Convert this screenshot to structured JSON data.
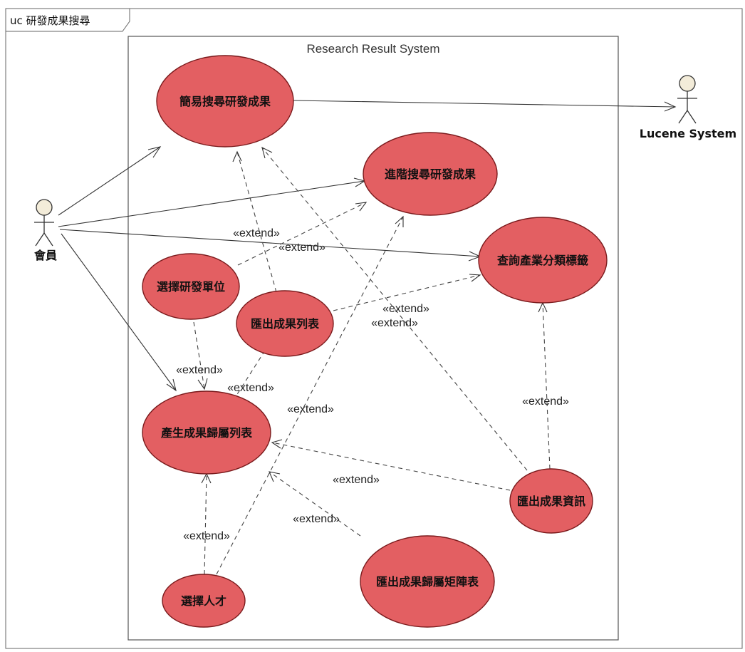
{
  "frame": {
    "label": "uc 研發成果搜尋"
  },
  "boundary": {
    "title": "Research Result System"
  },
  "actors": {
    "member": "會員",
    "lucene": "Lucene System"
  },
  "use_cases": {
    "simple_search": "簡易搜尋研發成果",
    "advanced_search": "進階搜尋研發成果",
    "industry_browse": "查詢產業分類標籤",
    "select_unit": "選擇研發單位",
    "export_list": "匯出成果列表",
    "generate_list": "產生成果歸屬列表",
    "export_info": "匯出成果資訊",
    "select_talent": "選擇人才",
    "export_matrix": "匯出成果歸屬矩陣表"
  },
  "extend_label": "«extend»"
}
